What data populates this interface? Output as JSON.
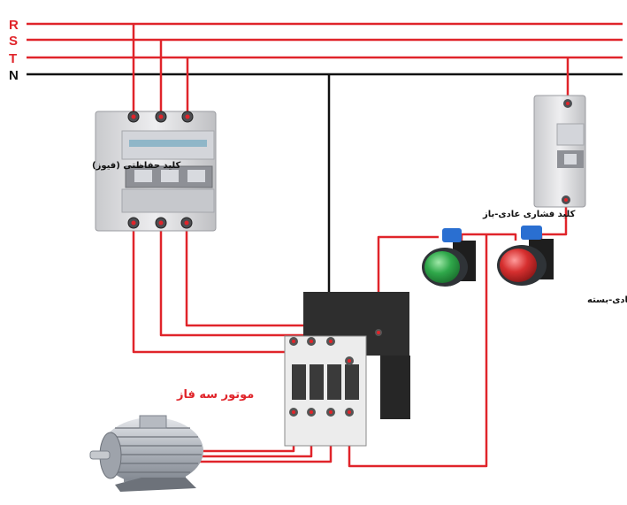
{
  "lines": {
    "r_label": "R",
    "s_label": "S",
    "t_label": "T",
    "n_label": "N"
  },
  "labels": {
    "breaker": "کلید حفاظتی (فیوز)",
    "pushbutton_open": "کلید فشاری عادی-باز",
    "pushbutton_closed": "کلید فشاری عادی-بسته",
    "motor": "موتور سه فاز"
  },
  "colors": {
    "phase": "#e0242a",
    "neutral": "#111111",
    "device_body": "#dcdde0",
    "contactor_body": "#2e2e2e",
    "button_green": "#2fa84a",
    "button_red": "#d62f2f",
    "button_blue": "#2a6fd1"
  },
  "icons": {
    "breaker": "three-pole-breaker-icon",
    "small_breaker": "single-pole-breaker-icon",
    "contactor": "contactor-icon",
    "motor": "three-phase-motor-icon",
    "green_button": "green-pushbutton-icon",
    "red_button": "red-pushbutton-icon"
  }
}
